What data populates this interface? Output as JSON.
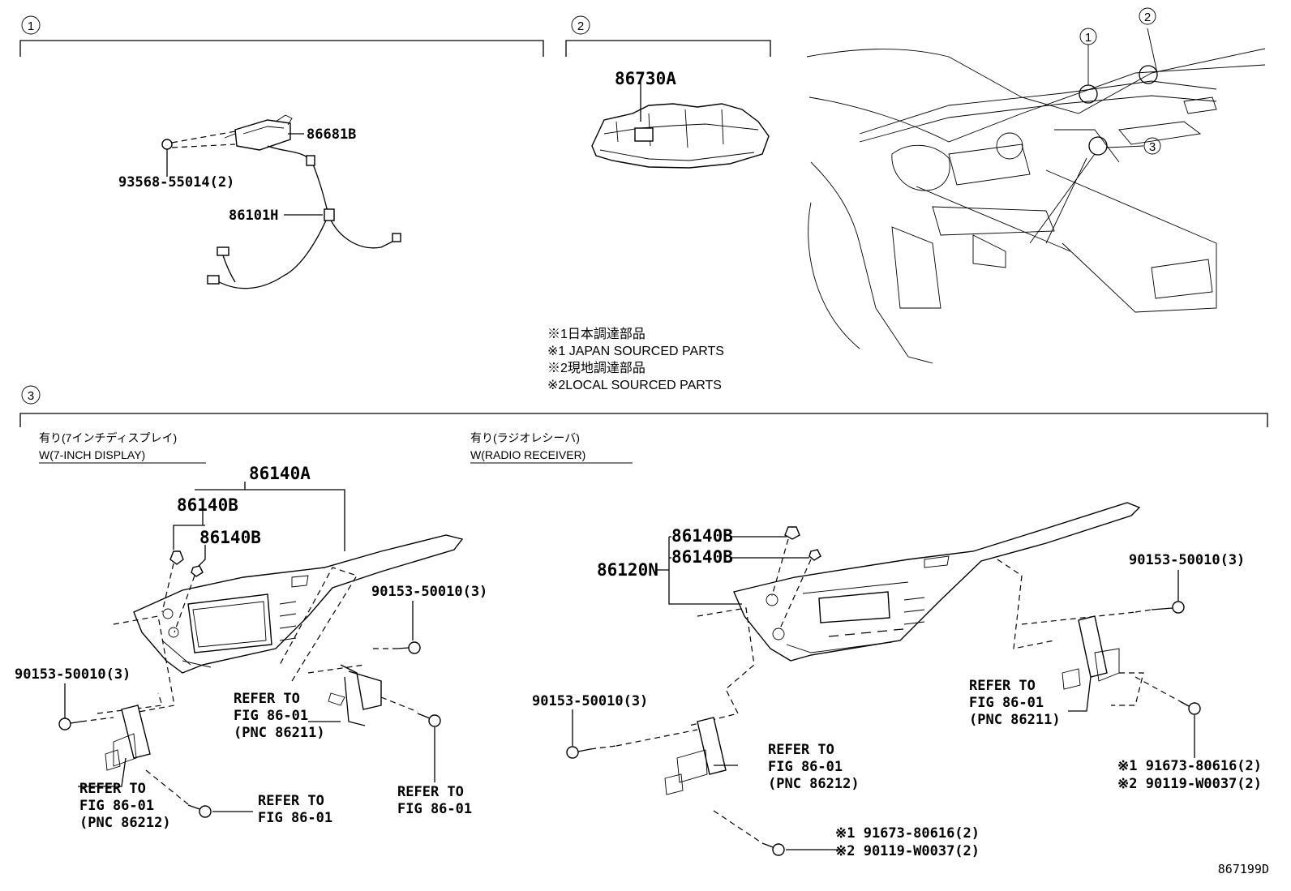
{
  "sections": [
    {
      "marker": "1"
    },
    {
      "marker": "2"
    },
    {
      "marker": "3"
    }
  ],
  "locator": {
    "markers": [
      "1",
      "2",
      "3"
    ]
  },
  "section1": {
    "parts": [
      "86681B",
      "93568-55014(2)",
      "86101H"
    ]
  },
  "section2": {
    "parts": [
      "86730A"
    ]
  },
  "notes": [
    "※1日本調達部品",
    "※1 JAPAN SOURCED PARTS",
    "※2現地調達部品",
    "※2LOCAL SOURCED PARTS"
  ],
  "section3": {
    "left": {
      "condition_jp": "有り(7インチディスプレイ)",
      "condition_en": "W(7-INCH DISPLAY)",
      "parts": {
        "assembly": "86140A",
        "knob_group": "86140B",
        "knob": "86140B",
        "bolt_right": "90153-50010(3)",
        "bolt_left": "90153-50010(3)"
      },
      "refs": {
        "bracket_right": [
          "REFER TO",
          "FIG 86-01",
          "(PNC 86211)"
        ],
        "bracket_left": [
          "REFER TO",
          "FIG 86-01",
          "(PNC 86212)"
        ],
        "screw_bottom": [
          "REFER TO",
          "FIG 86-01"
        ],
        "screw_right": [
          "REFER TO",
          "FIG 86-01"
        ]
      }
    },
    "right": {
      "condition_jp": "有り(ラジオレシーバ)",
      "condition_en": "W(RADIO RECEIVER)",
      "parts": {
        "assembly": "86120N",
        "knob_top": "86140B",
        "knob_bottom": "86140B",
        "bolt_left": "90153-50010(3)",
        "bolt_right": "90153-50010(3)"
      },
      "refs": {
        "bracket_left": [
          "REFER TO",
          "FIG 86-01",
          "(PNC 86212)"
        ],
        "bracket_right": [
          "REFER TO",
          "FIG 86-01",
          "(PNC 86211)"
        ]
      },
      "screws_bottom": [
        "※1 91673-80616(2)",
        "※2 90119-W0037(2)"
      ],
      "screws_right": [
        "※1 91673-80616(2)",
        "※2 90119-W0037(2)"
      ]
    }
  },
  "diagram_id": "867199D"
}
